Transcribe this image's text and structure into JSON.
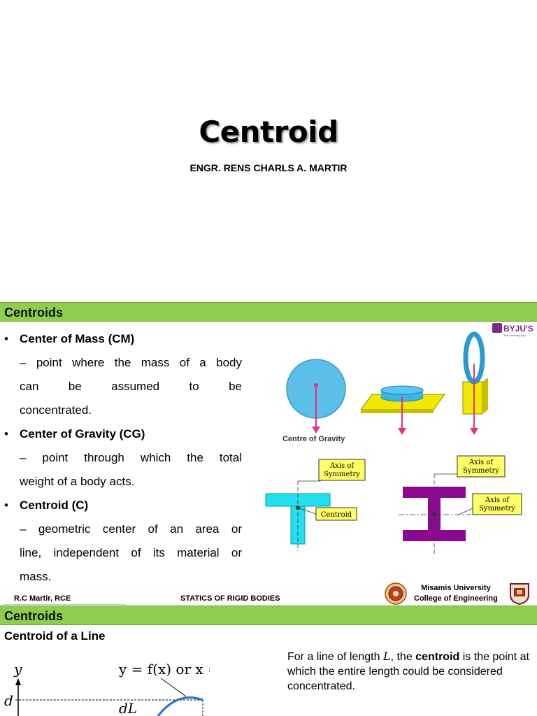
{
  "slide1": {
    "title": "Centroid",
    "author": "ENGR. RENS CHARLS A. MARTIR"
  },
  "slide2": {
    "header": "Centroids",
    "bullets": [
      {
        "heading": "Center of Mass (CM)",
        "lines": [
          "– point where the mass of a body",
          "can be assumed to be",
          "concentrated."
        ]
      },
      {
        "heading": "Center of Gravity (CG)",
        "lines": [
          "– point through which the total",
          "weight of a body acts."
        ]
      },
      {
        "heading": "Centroid (C)",
        "lines": [
          "– geometric center of an area or",
          "line, independent of its material or",
          "mass."
        ]
      }
    ],
    "figure": {
      "brand": "BYJU'S",
      "brand_tagline": "The Learning App",
      "cg_caption": "Centre of Gravity",
      "tee_axis_label": [
        "Axis of",
        "Symmetry"
      ],
      "tee_centroid_label": "Centroid",
      "ibeam_axis_label_top": [
        "Axis of",
        "Symmetry"
      ],
      "ibeam_axis_label_right": [
        "Axis of",
        "Symmetry"
      ],
      "colors": {
        "circle": "#5bbfe9",
        "plate": "#f2e900",
        "arrow": "#e8317a",
        "tee": "#22e0ee",
        "ibeam": "#8a0a8f",
        "label_fill": "#ffff66"
      }
    },
    "footer": {
      "left": "R.C Martir, RCE",
      "center": "STATICS OF RIGID BODIES",
      "university": "Misamis University",
      "college": "College of Engineering"
    }
  },
  "slide3": {
    "header": "Centroids",
    "subheading": "Centroid of a Line",
    "para_before_var": "For a line of length ",
    "para_var": "L",
    "para_mid": ", the ",
    "para_bold": "centroid",
    "para_after": " is the point at which the entire length could be considered concentrated.",
    "figure": {
      "y_axis": "y",
      "equation": "y = f(x) or x = g (y)",
      "d_label": "d",
      "dl_label": "dL"
    }
  }
}
